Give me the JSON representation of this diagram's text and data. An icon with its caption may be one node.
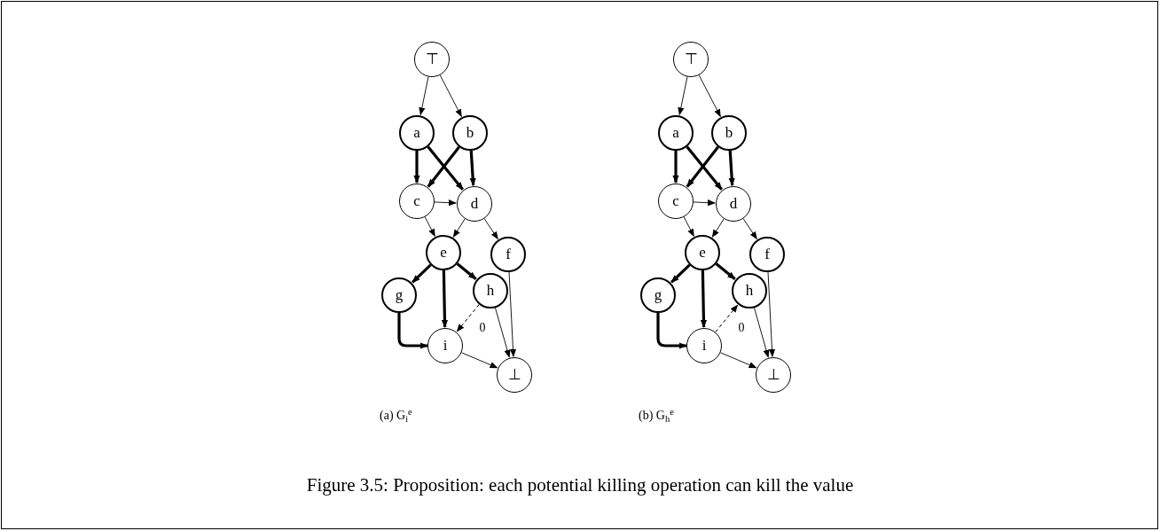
{
  "diagram": {
    "caption": "Figure 3.5: Proposition: each potential killing operation can kill the value",
    "nodes": [
      {
        "text": [
          "⊤"
        ]
      },
      {
        "text": [
          "a"
        ]
      },
      {
        "text": [
          "b"
        ]
      },
      {
        "text": [
          "c"
        ]
      },
      {
        "text": [
          "d"
        ]
      },
      {
        "text": [
          "e"
        ]
      },
      {
        "text": [
          "f"
        ]
      },
      {
        "text": [
          "g"
        ]
      },
      {
        "text": [
          "h"
        ]
      },
      {
        "text": [
          "i"
        ]
      },
      {
        "text": [
          "⊥"
        ]
      },
      {
        "text": [
          "⊤"
        ]
      },
      {
        "text": [
          "a"
        ]
      },
      {
        "text": [
          "b"
        ]
      },
      {
        "text": [
          "c"
        ]
      },
      {
        "text": [
          "d"
        ]
      },
      {
        "text": [
          "e"
        ]
      },
      {
        "text": [
          "f"
        ]
      },
      {
        "text": [
          "g"
        ]
      },
      {
        "text": [
          "h"
        ]
      },
      {
        "text": [
          "i"
        ]
      },
      {
        "text": [
          "⊥"
        ]
      }
    ],
    "edges": [
      {
        "from": 0,
        "to": 1,
        "arrow": "to"
      },
      {
        "from": 0,
        "to": 2,
        "arrow": "to"
      },
      {
        "from": 1,
        "to": 3,
        "arrow": "to",
        "style": "thick"
      },
      {
        "from": 1,
        "to": 4,
        "arrow": "to",
        "style": "thick"
      },
      {
        "from": 2,
        "to": 3,
        "arrow": "to",
        "style": "thick"
      },
      {
        "from": 2,
        "to": 4,
        "arrow": "to",
        "style": "thick"
      },
      {
        "from": 3,
        "to": 4,
        "arrow": "to"
      },
      {
        "from": 3,
        "to": 5,
        "arrow": "to"
      },
      {
        "from": 4,
        "to": 5,
        "arrow": "to"
      },
      {
        "from": 4,
        "to": 6,
        "arrow": "to"
      },
      {
        "from": 5,
        "to": 7,
        "arrow": "to",
        "style": "thick"
      },
      {
        "from": 5,
        "to": 9,
        "arrow": "to",
        "style": "thick"
      },
      {
        "from": 5,
        "to": 8,
        "arrow": "to",
        "style": "thick"
      },
      {
        "from": 7,
        "to": 9,
        "arrow": "to",
        "style": "thick"
      },
      {
        "from": 8,
        "to": 9,
        "arrow": "to",
        "style": "dashed",
        "label": "0"
      },
      {
        "from": 8,
        "to": 10,
        "arrow": "to"
      },
      {
        "from": 6,
        "to": 10,
        "arrow": "to"
      },
      {
        "from": 9,
        "to": 10,
        "arrow": "to"
      },
      {
        "from": 11,
        "to": 12,
        "arrow": "to"
      },
      {
        "from": 11,
        "to": 13,
        "arrow": "to"
      },
      {
        "from": 12,
        "to": 14,
        "arrow": "to",
        "style": "thick"
      },
      {
        "from": 12,
        "to": 15,
        "arrow": "to",
        "style": "thick"
      },
      {
        "from": 13,
        "to": 14,
        "arrow": "to",
        "style": "thick"
      },
      {
        "from": 13,
        "to": 15,
        "arrow": "to",
        "style": "thick"
      },
      {
        "from": 14,
        "to": 15,
        "arrow": "to"
      },
      {
        "from": 14,
        "to": 16,
        "arrow": "to"
      },
      {
        "from": 15,
        "to": 16,
        "arrow": "to"
      },
      {
        "from": 15,
        "to": 17,
        "arrow": "to"
      },
      {
        "from": 16,
        "to": 18,
        "arrow": "to",
        "style": "thick"
      },
      {
        "from": 16,
        "to": 20,
        "arrow": "to",
        "style": "thick"
      },
      {
        "from": 16,
        "to": 19,
        "arrow": "to",
        "style": "thick"
      },
      {
        "from": 18,
        "to": 20,
        "arrow": "to",
        "style": "thick"
      },
      {
        "from": 20,
        "to": 19,
        "arrow": "to",
        "style": "dashed",
        "label": "0"
      },
      {
        "from": 19,
        "to": 21,
        "arrow": "to"
      },
      {
        "from": 17,
        "to": 21,
        "arrow": "to"
      },
      {
        "from": 20,
        "to": 21,
        "arrow": "to"
      }
    ],
    "labels": [
      "(a) G$_{i}$$^{e}$",
      "(b) G$_{h}$$^{e}$"
    ]
  }
}
